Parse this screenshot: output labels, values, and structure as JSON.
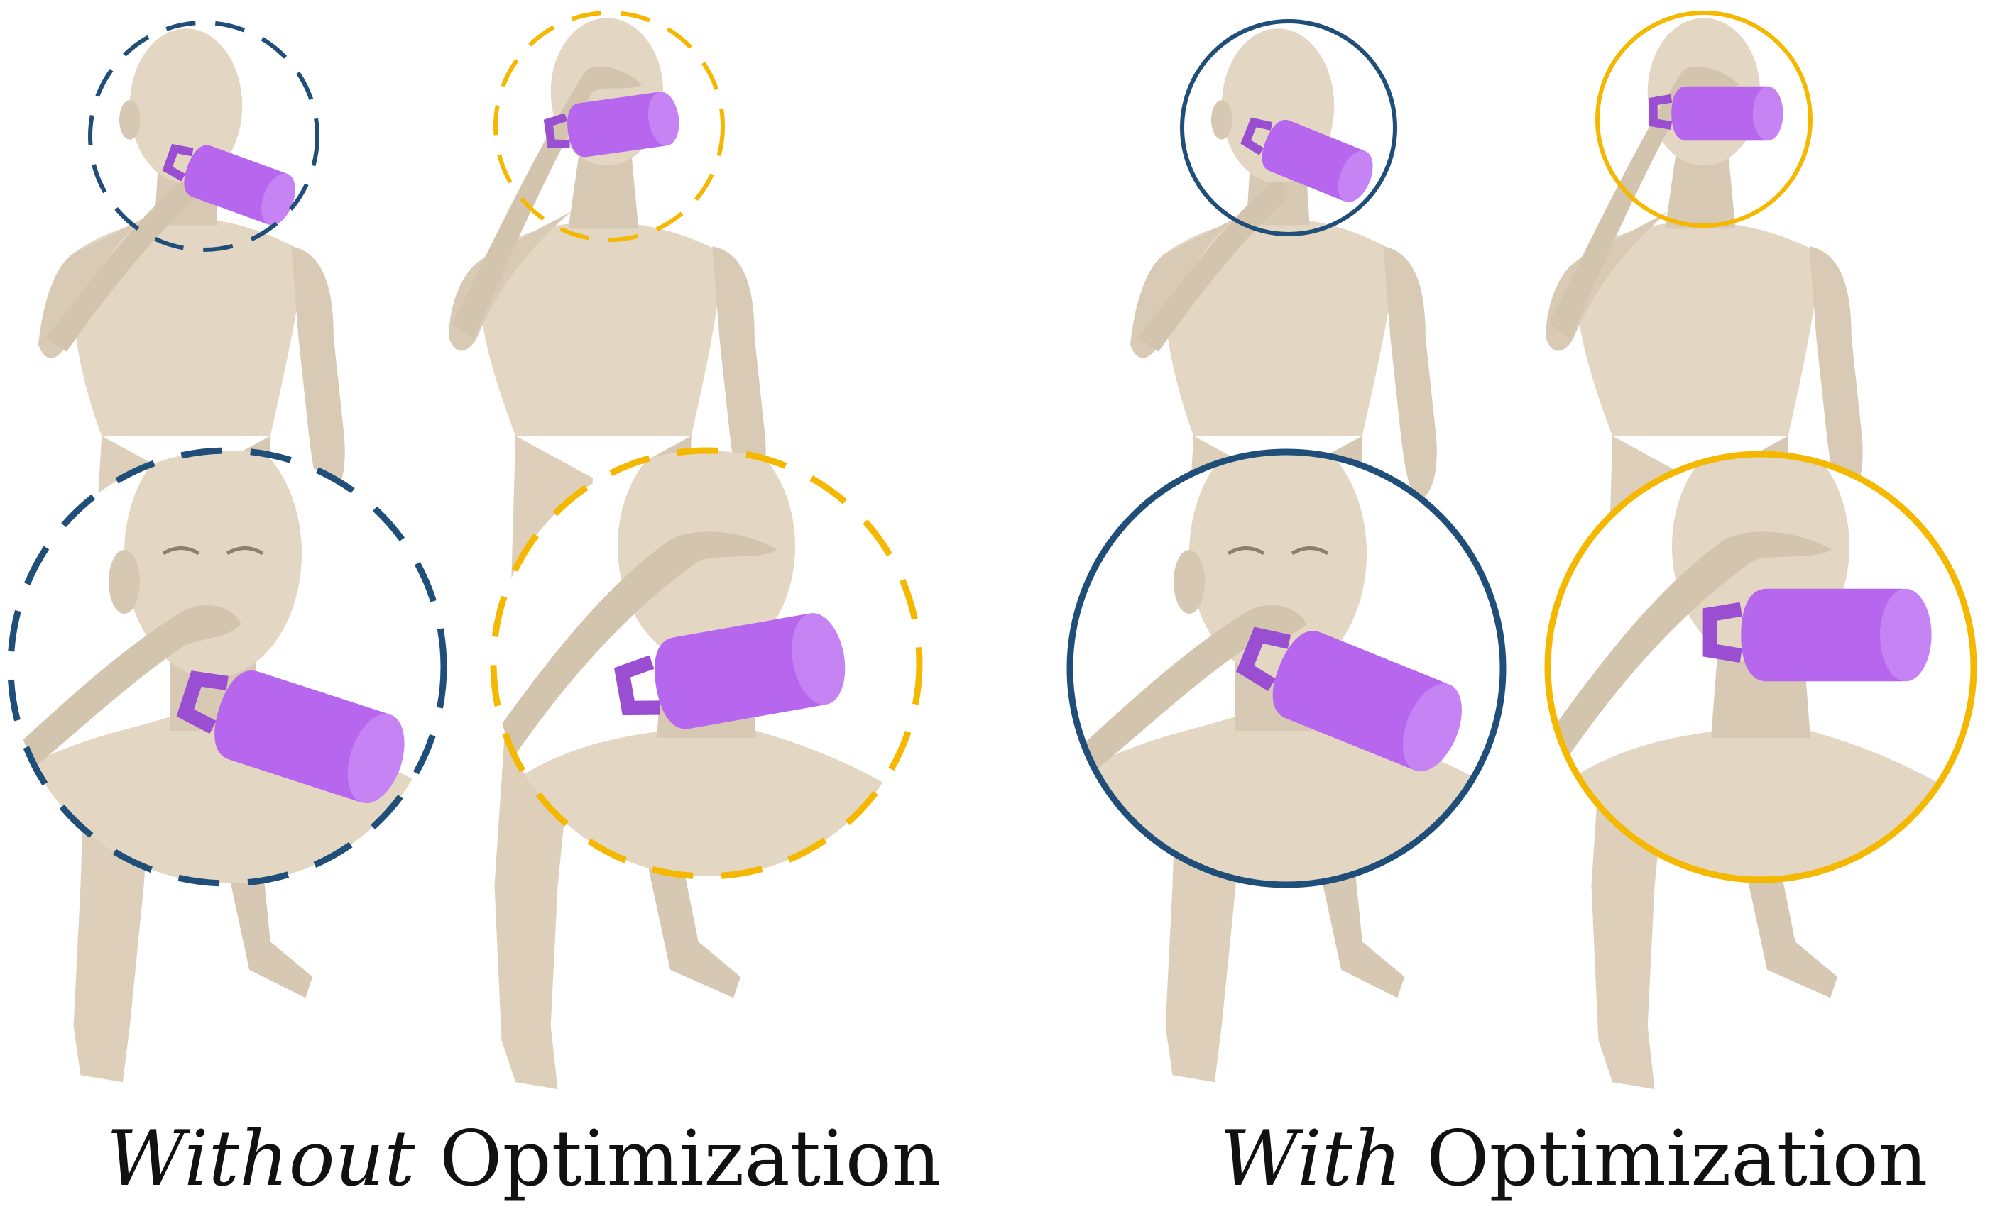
{
  "captions": {
    "left_emph": "Without",
    "left_rest": " Optimization",
    "right_emph": "With",
    "right_rest": " Optimization"
  },
  "colors": {
    "background": "#ffffff",
    "skin": "#e3d6c2",
    "skin_shade": "#cbbba4",
    "cup": "#b766ee",
    "cup_shade": "#9a4fd2",
    "ring_blue": "#1f4e79",
    "ring_yellow": "#f5b800"
  },
  "panels": [
    {
      "group": "without",
      "view": "front",
      "ring_color": "blue",
      "ring_style": "dashed"
    },
    {
      "group": "without",
      "view": "side",
      "ring_color": "yellow",
      "ring_style": "dashed"
    },
    {
      "group": "with",
      "view": "front",
      "ring_color": "blue",
      "ring_style": "solid"
    },
    {
      "group": "with",
      "view": "side",
      "ring_color": "yellow",
      "ring_style": "solid"
    }
  ]
}
